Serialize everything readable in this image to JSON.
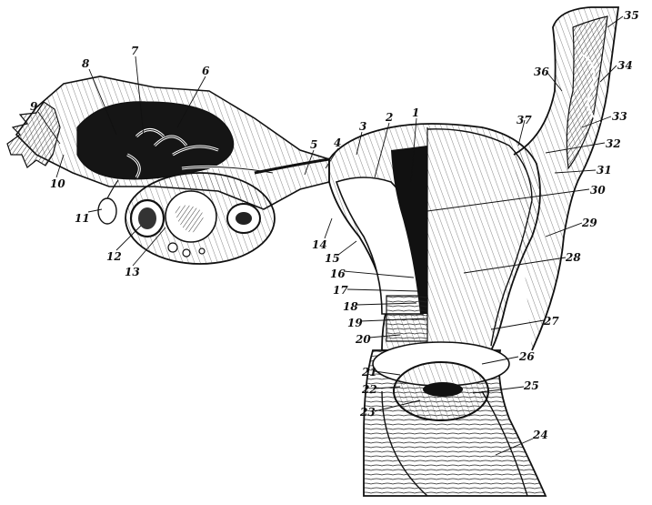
{
  "labels": [
    "1",
    "2",
    "3",
    "4",
    "5",
    "6",
    "7",
    "8",
    "9",
    "10",
    "11",
    "12",
    "13",
    "14",
    "15",
    "16",
    "17",
    "18",
    "19",
    "20",
    "21",
    "22",
    "23",
    "24",
    "25",
    "26",
    "27",
    "28",
    "29",
    "30",
    "31",
    "32",
    "33",
    "34",
    "35",
    "36",
    "37"
  ],
  "colors": {
    "ink": "#111111",
    "paper": "#ffffff",
    "shade": "#1a1a1a"
  }
}
